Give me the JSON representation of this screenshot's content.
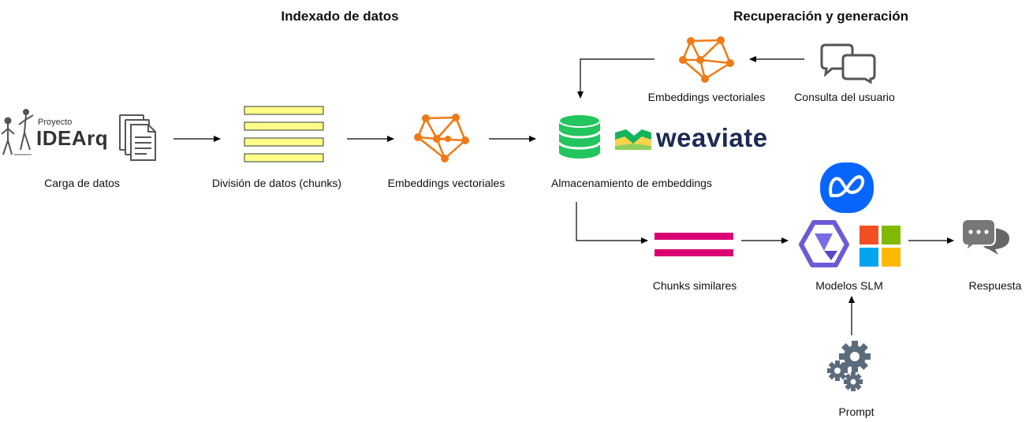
{
  "headings": {
    "indexing": "Indexado de datos",
    "retrieval": "Recuperación y generación"
  },
  "nodes": {
    "data_loading": "Carga de datos",
    "chunking": "División de datos (chunks)",
    "embeddings_index": "Embeddings vectoriales",
    "storage": "Almacenamiento de embeddings",
    "embeddings_query": "Embeddings vectoriales",
    "user_query": "Consulta del usuario",
    "similar_chunks": "Chunks similares",
    "slm_models": "Modelos SLM",
    "response": "Respuesta",
    "prompt": "Prompt"
  },
  "brands": {
    "project_small": "Proyecto",
    "project_name": "IDEArq",
    "vector_db": "weaviate"
  },
  "icons": {
    "data_loading": [
      "person-figures-icon",
      "documents-icon"
    ],
    "chunking": "chunks-list-icon",
    "embeddings": "vector-network-icon",
    "storage": "database-icon",
    "user_query": "chat-bubbles-icon",
    "similar_chunks": "similar-chunks-icon",
    "slm_models": [
      "meta-logo-icon",
      "qwen-logo-icon",
      "microsoft-logo-icon"
    ],
    "response": "speech-bubbles-icon",
    "prompt": "gears-icon"
  },
  "colors": {
    "chunk_fill": "#ffff88",
    "chunk_stroke": "#36393d",
    "similar_chunk": "#d80073",
    "network": "#f07a16",
    "database": "#22c55e",
    "meta": "#0866ff",
    "icon_gray": "#555555",
    "gear": "#5a6b7c"
  }
}
